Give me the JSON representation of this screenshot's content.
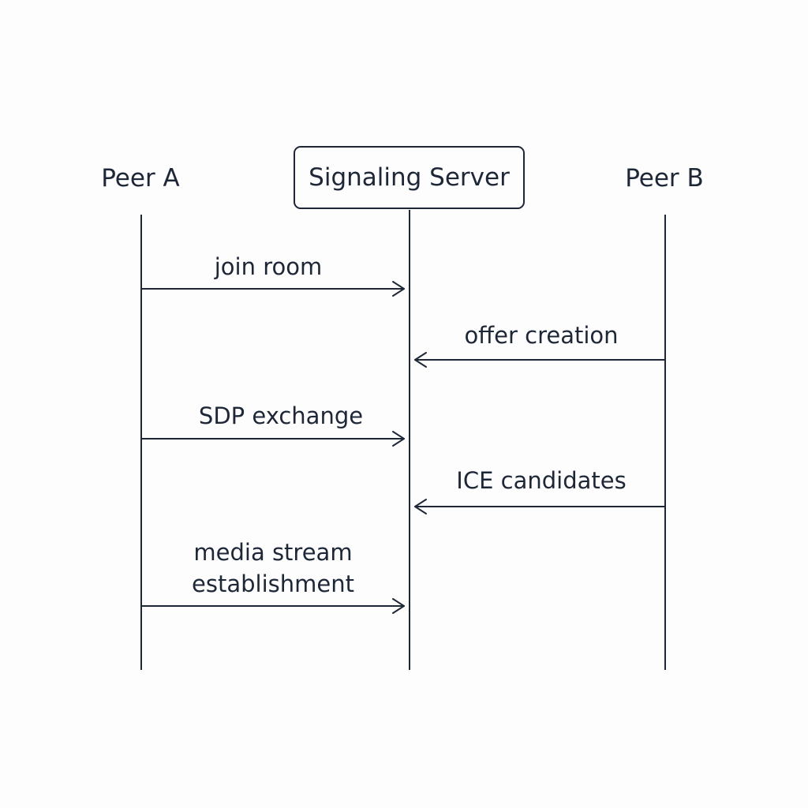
{
  "actors": {
    "peer_a": "Peer A",
    "server": "Signaling Server",
    "peer_b": "Peer B"
  },
  "messages": [
    {
      "from": "Peer A",
      "to": "Signaling Server",
      "label": "join room"
    },
    {
      "from": "Peer B",
      "to": "Signaling Server",
      "label": "offer creation"
    },
    {
      "from": "Peer A",
      "to": "Signaling Server",
      "label": "SDP exchange"
    },
    {
      "from": "Peer B",
      "to": "Signaling Server",
      "label": "ICE candidates"
    },
    {
      "from": "Peer A",
      "to": "Signaling Server",
      "label": "media stream\nestablishment"
    }
  ],
  "colors": {
    "line": "#1d2738",
    "background": "#fdfdfd"
  }
}
